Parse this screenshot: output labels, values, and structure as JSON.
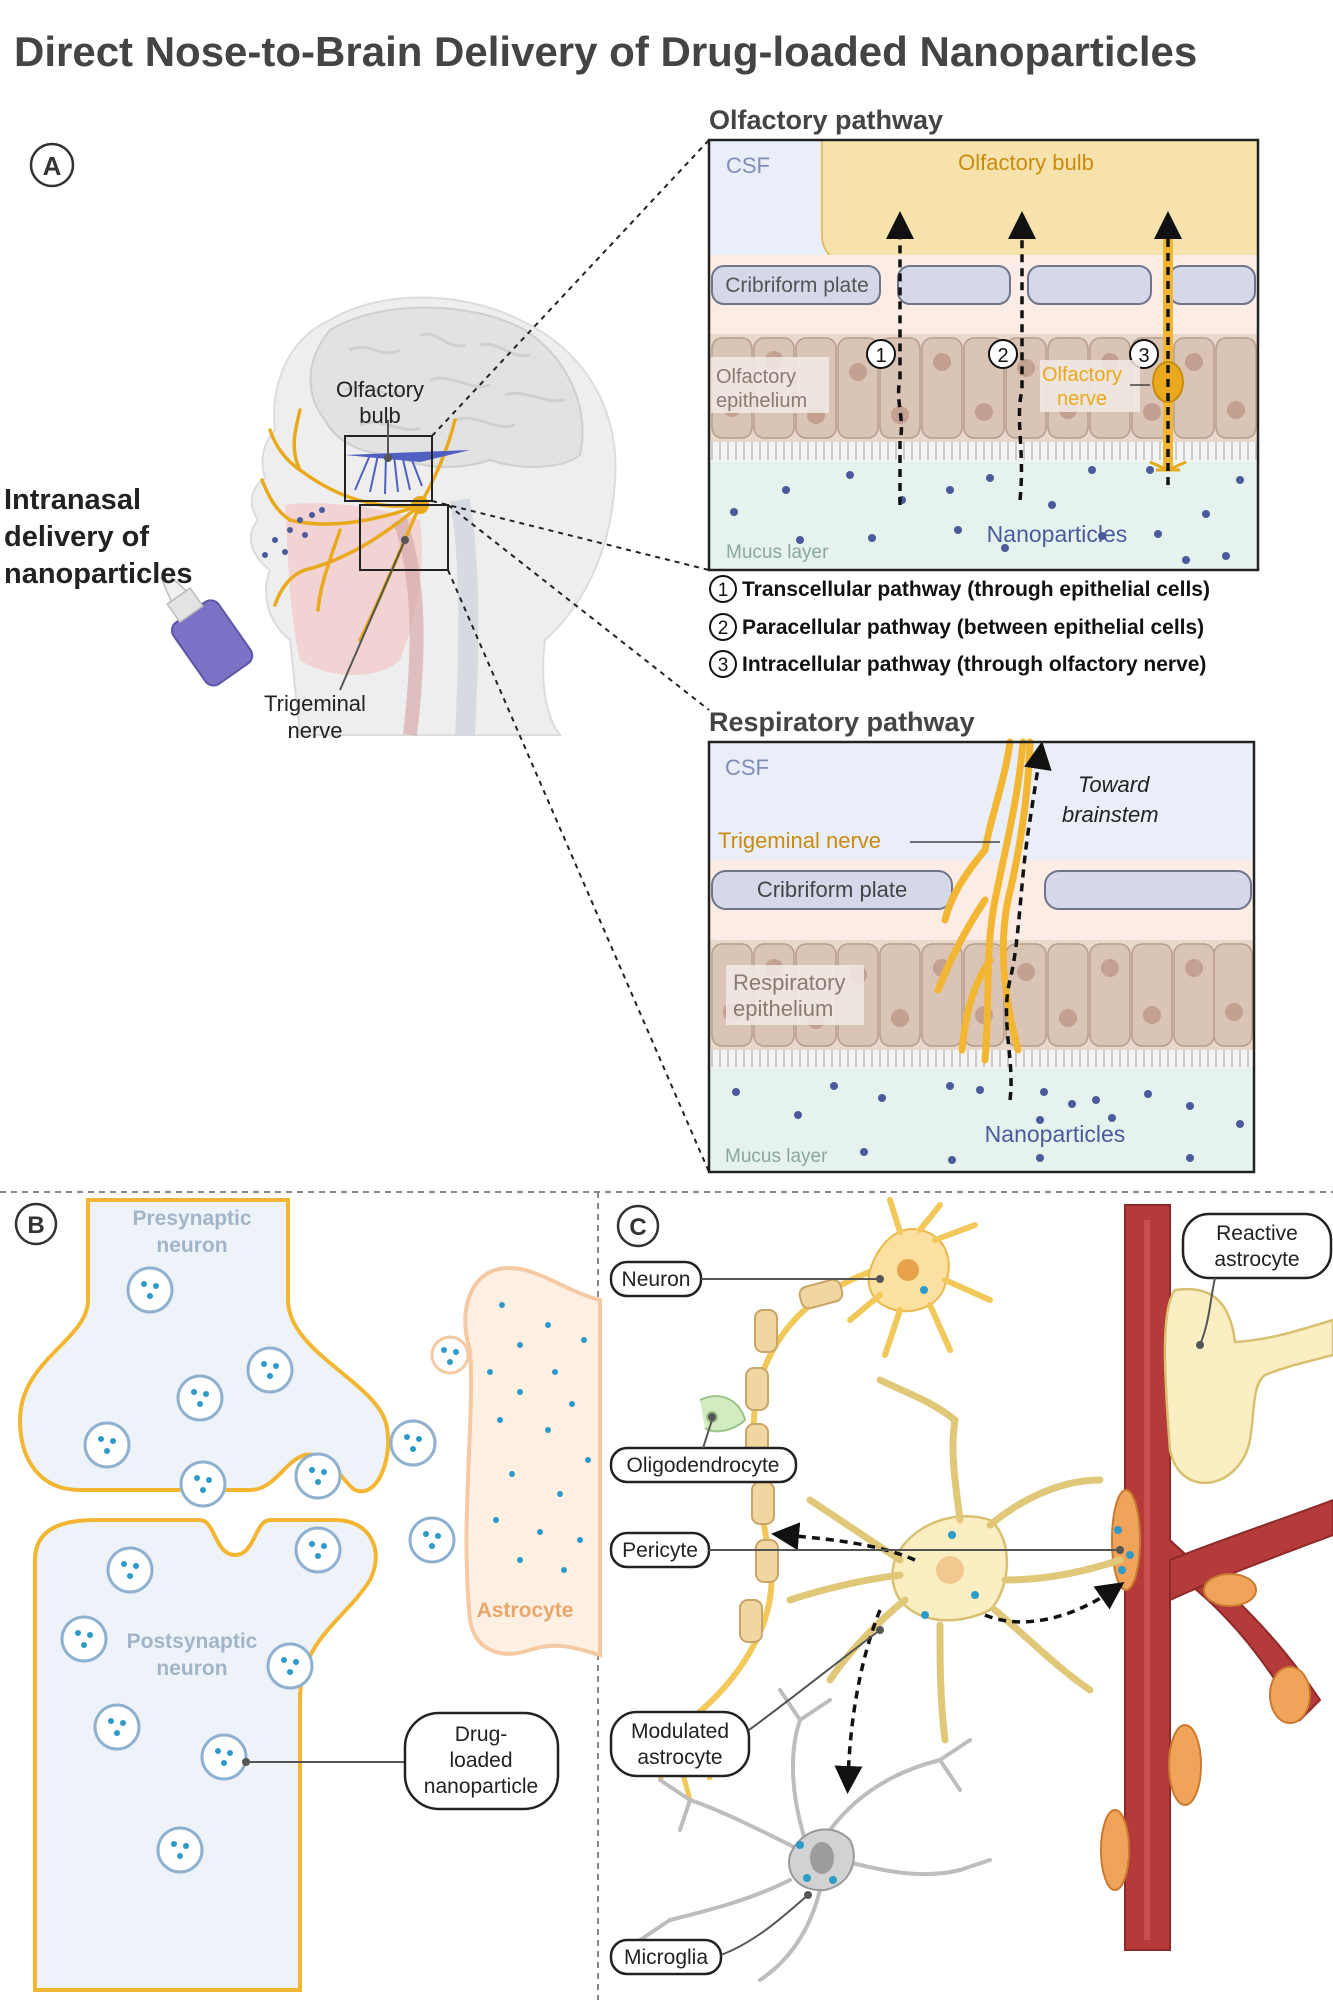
{
  "title": "Direct Nose-to-Brain Delivery of Drug-loaded Nanoparticles",
  "panelA": {
    "label": "A",
    "intranasal": [
      "Intranasal",
      "delivery of",
      "nanoparticles"
    ],
    "olfactory_bulb": [
      "Olfactory",
      "bulb"
    ],
    "trigeminal": [
      "Trigeminal",
      "nerve"
    ]
  },
  "olfactory": {
    "heading": "Olfactory pathway",
    "csf": "CSF",
    "bulb": "Olfactory bulb",
    "cribriform": "Cribriform plate",
    "epithelium": [
      "Olfactory",
      "epithelium"
    ],
    "nerve": [
      "Olfactory",
      "nerve"
    ],
    "nanoparticles": "Nanoparticles",
    "mucus": "Mucus layer",
    "markers": [
      "1",
      "2",
      "3"
    ]
  },
  "legend": [
    {
      "num": "1",
      "text": "Transcellular pathway (through epithelial cells)"
    },
    {
      "num": "2",
      "text": "Paracellular pathway (between epithelial cells)"
    },
    {
      "num": "3",
      "text": "Intracellular pathway (through olfactory nerve)"
    }
  ],
  "respiratory": {
    "heading": "Respiratory pathway",
    "csf": "CSF",
    "toward": [
      "Toward",
      "brainstem"
    ],
    "trigeminal": "Trigeminal nerve",
    "cribriform": "Cribriform plate",
    "epithelium": [
      "Respiratory",
      "epithelium"
    ],
    "nanoparticles": "Nanoparticles",
    "mucus": "Mucus layer"
  },
  "panelB": {
    "label": "B",
    "presynaptic": [
      "Presynaptic",
      "neuron"
    ],
    "postsynaptic": [
      "Postsynaptic",
      "neuron"
    ],
    "astrocyte": "Astrocyte",
    "drug": [
      "Drug-",
      "loaded",
      "nanoparticle"
    ]
  },
  "panelC": {
    "label": "C",
    "neuron": "Neuron",
    "reactive": [
      "Reactive",
      "astrocyte"
    ],
    "oligodendrocyte": "Oligodendrocyte",
    "pericyte": "Pericyte",
    "modulated": [
      "Modulated",
      "astrocyte"
    ],
    "microglia": "Microglia"
  },
  "colors": {
    "nerve": "#f2b632",
    "nerve_dark": "#c98a10",
    "csf": "#e9eef8",
    "bulb": "#f8e2ab",
    "plate": "#d4d8e8",
    "epithelium": "#e8d8cc",
    "mucus": "#e6f2ee",
    "nanoparticle": "#4a5a9a",
    "vessel": "#b53a3a",
    "astrocyte": "#fbeec2",
    "microglia": "#c8c8c8",
    "vesicle": "#2e9ac8"
  }
}
